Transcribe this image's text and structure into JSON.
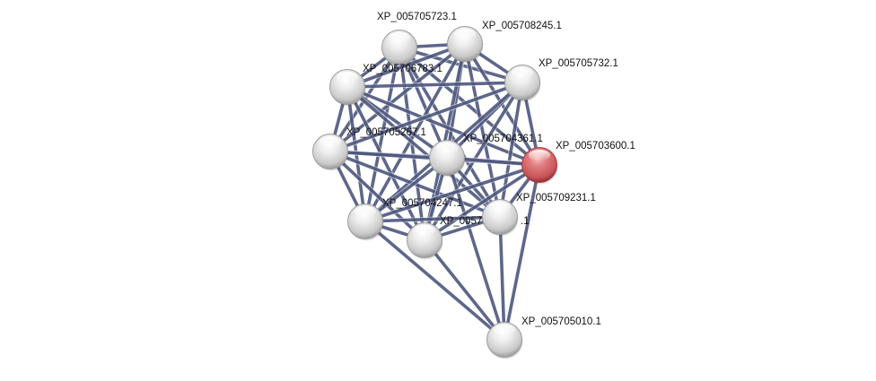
{
  "network": {
    "edge_color": "#3b4670",
    "node_fill": "#e2e2e2",
    "query_node_fill": "#d8686c",
    "nodes": [
      {
        "id": "A",
        "label": "XP_005705723.1",
        "query": false
      },
      {
        "id": "B",
        "label": "XP_005708245.1",
        "query": false
      },
      {
        "id": "C",
        "label": "XP_005706783.1",
        "query": false
      },
      {
        "id": "D",
        "label": "XP_005705732.1",
        "query": false
      },
      {
        "id": "E",
        "label": "XP_005705267.1",
        "query": false
      },
      {
        "id": "F",
        "label": "XP_005704361.1",
        "query": false
      },
      {
        "id": "G",
        "label": "XP_005703600.1",
        "query": true
      },
      {
        "id": "H",
        "label": "XP_005704247.1",
        "query": false
      },
      {
        "id": "I",
        "label": "XP_0057",
        "label_tail": ".1",
        "query": false
      },
      {
        "id": "J",
        "label": "XP_005709231.1",
        "query": false
      },
      {
        "id": "K",
        "label": "XP_005705010.1",
        "query": false
      }
    ],
    "edges": [
      [
        "A",
        "B"
      ],
      [
        "A",
        "C"
      ],
      [
        "A",
        "D"
      ],
      [
        "A",
        "E"
      ],
      [
        "A",
        "F"
      ],
      [
        "A",
        "G"
      ],
      [
        "A",
        "H"
      ],
      [
        "A",
        "I"
      ],
      [
        "A",
        "J"
      ],
      [
        "B",
        "C"
      ],
      [
        "B",
        "D"
      ],
      [
        "B",
        "E"
      ],
      [
        "B",
        "F"
      ],
      [
        "B",
        "G"
      ],
      [
        "B",
        "H"
      ],
      [
        "B",
        "I"
      ],
      [
        "B",
        "J"
      ],
      [
        "C",
        "D"
      ],
      [
        "C",
        "E"
      ],
      [
        "C",
        "F"
      ],
      [
        "C",
        "G"
      ],
      [
        "C",
        "H"
      ],
      [
        "C",
        "I"
      ],
      [
        "C",
        "J"
      ],
      [
        "D",
        "E"
      ],
      [
        "D",
        "F"
      ],
      [
        "D",
        "G"
      ],
      [
        "D",
        "H"
      ],
      [
        "D",
        "I"
      ],
      [
        "D",
        "J"
      ],
      [
        "E",
        "F"
      ],
      [
        "E",
        "G"
      ],
      [
        "E",
        "H"
      ],
      [
        "E",
        "I"
      ],
      [
        "E",
        "J"
      ],
      [
        "F",
        "G"
      ],
      [
        "F",
        "H"
      ],
      [
        "F",
        "I"
      ],
      [
        "F",
        "J"
      ],
      [
        "F",
        "K"
      ],
      [
        "G",
        "H"
      ],
      [
        "G",
        "I"
      ],
      [
        "G",
        "J"
      ],
      [
        "G",
        "K"
      ],
      [
        "H",
        "I"
      ],
      [
        "H",
        "J"
      ],
      [
        "H",
        "K"
      ],
      [
        "I",
        "J"
      ],
      [
        "I",
        "K"
      ],
      [
        "J",
        "K"
      ]
    ]
  }
}
